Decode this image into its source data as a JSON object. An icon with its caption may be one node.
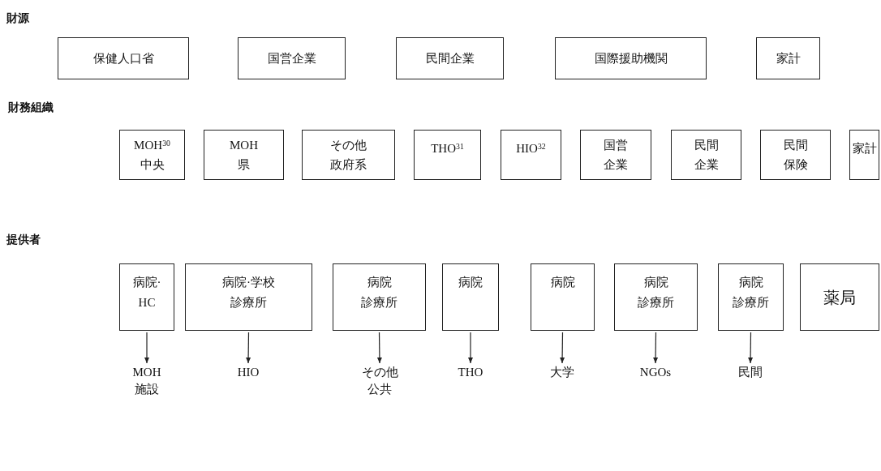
{
  "diagram": {
    "nodes": [
      {
        "text": [
          "保健人口省"
        ]
      },
      {
        "text": [
          "国営企業"
        ]
      },
      {
        "text": [
          "民間企業"
        ]
      },
      {
        "text": [
          "国際援助機関"
        ]
      },
      {
        "text": [
          "家計"
        ]
      },
      {
        "text": [
          "MOH$^{30}$",
          "中央"
        ]
      },
      {
        "text": [
          "MOH",
          "県"
        ]
      },
      {
        "text": [
          "その他",
          "政府系"
        ]
      },
      {
        "text": [
          "THO$^{31}$"
        ]
      },
      {
        "text": [
          "HIO$^{32}$"
        ]
      },
      {
        "text": [
          "国営",
          "企業"
        ]
      },
      {
        "text": [
          "民間",
          "企業"
        ]
      },
      {
        "text": [
          "民間",
          "保険"
        ]
      },
      {
        "text": [
          "家計"
        ]
      },
      {
        "text": [
          "病院·",
          "HC"
        ]
      },
      {
        "text": [
          "病院·学校",
          "診療所"
        ]
      },
      {
        "text": [
          "病院",
          "診療所"
        ]
      },
      {
        "text": [
          "病院"
        ]
      },
      {
        "text": [
          "病院"
        ]
      },
      {
        "text": [
          "病院",
          "診療所"
        ]
      },
      {
        "text": [
          "病院",
          "診療所"
        ]
      },
      {
        "text": [
          "薬局"
        ]
      },
      {
        "text": [
          "MOH",
          "施設"
        ]
      },
      {
        "text": [
          "HIO"
        ]
      },
      {
        "text": [
          "その他",
          "公共"
        ]
      },
      {
        "text": [
          "THO"
        ]
      },
      {
        "text": [
          "大学"
        ]
      },
      {
        "text": [
          "NGOs"
        ]
      },
      {
        "text": [
          "民間"
        ]
      }
    ],
    "edges": [
      {
        "from": 14,
        "to": 22,
        "arrow": "to"
      },
      {
        "from": 15,
        "to": 23,
        "arrow": "to"
      },
      {
        "from": 16,
        "to": 24,
        "arrow": "to"
      },
      {
        "from": 17,
        "to": 25,
        "arrow": "to"
      },
      {
        "from": 18,
        "to": 26,
        "arrow": "to"
      },
      {
        "from": 19,
        "to": 27,
        "arrow": "to"
      },
      {
        "from": 20,
        "to": 28,
        "arrow": "to"
      }
    ],
    "labels": [
      "財源",
      "財務組織",
      "提供者"
    ]
  }
}
